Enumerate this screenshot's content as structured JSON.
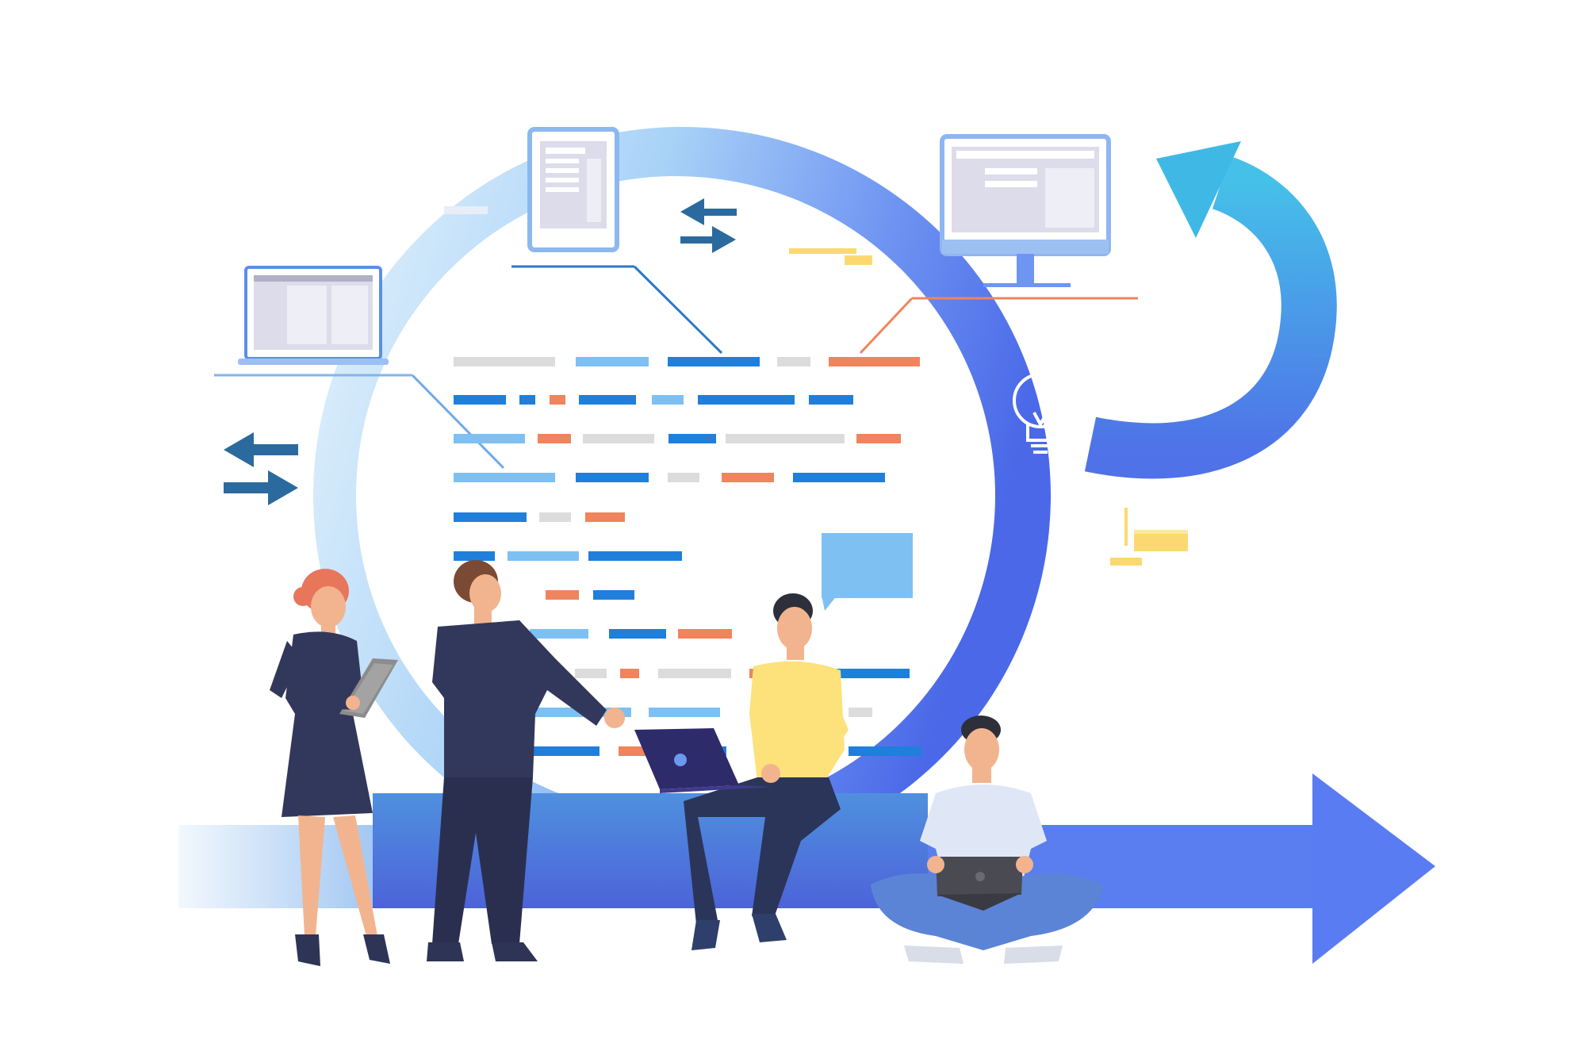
{
  "illustration": {
    "subject": "agile-development-cycle",
    "icons": [
      "laptop-icon",
      "tablet-icon",
      "monitor-icon",
      "lightbulb-icon",
      "swap-arrows-icon",
      "speech-bubble-icon",
      "cycle-arrow-icon",
      "forward-arrow-icon"
    ],
    "people": [
      "woman-with-tablet",
      "man-pointing",
      "man-with-laptop-sitting",
      "man-with-laptop-cross-legged"
    ]
  },
  "colors": {
    "background": "#ffffff",
    "ring_dark": "#4f6fe6",
    "ring_light": "#d7ecfb",
    "bar_blue": "#1f7fdb",
    "bar_light_blue": "#7ec0f2",
    "bar_orange": "#f0845c",
    "bar_gray": "#dcdcdc",
    "arrow_blue": "#5a7cf2",
    "cycle_arrow_cyan": "#3fb8e6",
    "navy": "#2e3456",
    "skin": "#f2b48e",
    "hair_red": "#e8765a",
    "hair_brown": "#7a4a35",
    "shirt_yellow": "#fde17b",
    "accent_yellow": "#fcd970"
  }
}
